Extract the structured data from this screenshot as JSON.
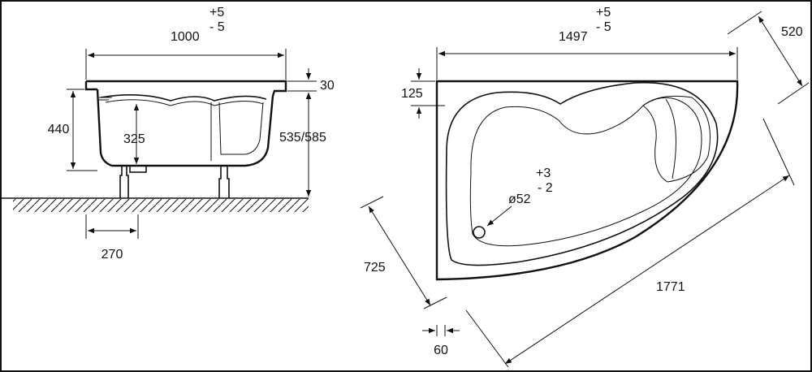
{
  "side_view": {
    "width": "1000",
    "width_tol_plus": "+5",
    "width_tol_minus": "- 5",
    "rim_height": "30",
    "bottom_height": "440",
    "inner_depth": "325",
    "total_height": "535/585",
    "foot_spacing": "270"
  },
  "top_view": {
    "width": "1497",
    "width_tol_plus": "+5",
    "width_tol_minus": "- 5",
    "end_width": "520",
    "rim_offset": "125",
    "drain_tol_plus": "+3",
    "drain_tol_minus": "- 2",
    "drain_diameter": "ø52",
    "side_width": "725",
    "diagonal_length": "1771",
    "rim_width": "60"
  }
}
